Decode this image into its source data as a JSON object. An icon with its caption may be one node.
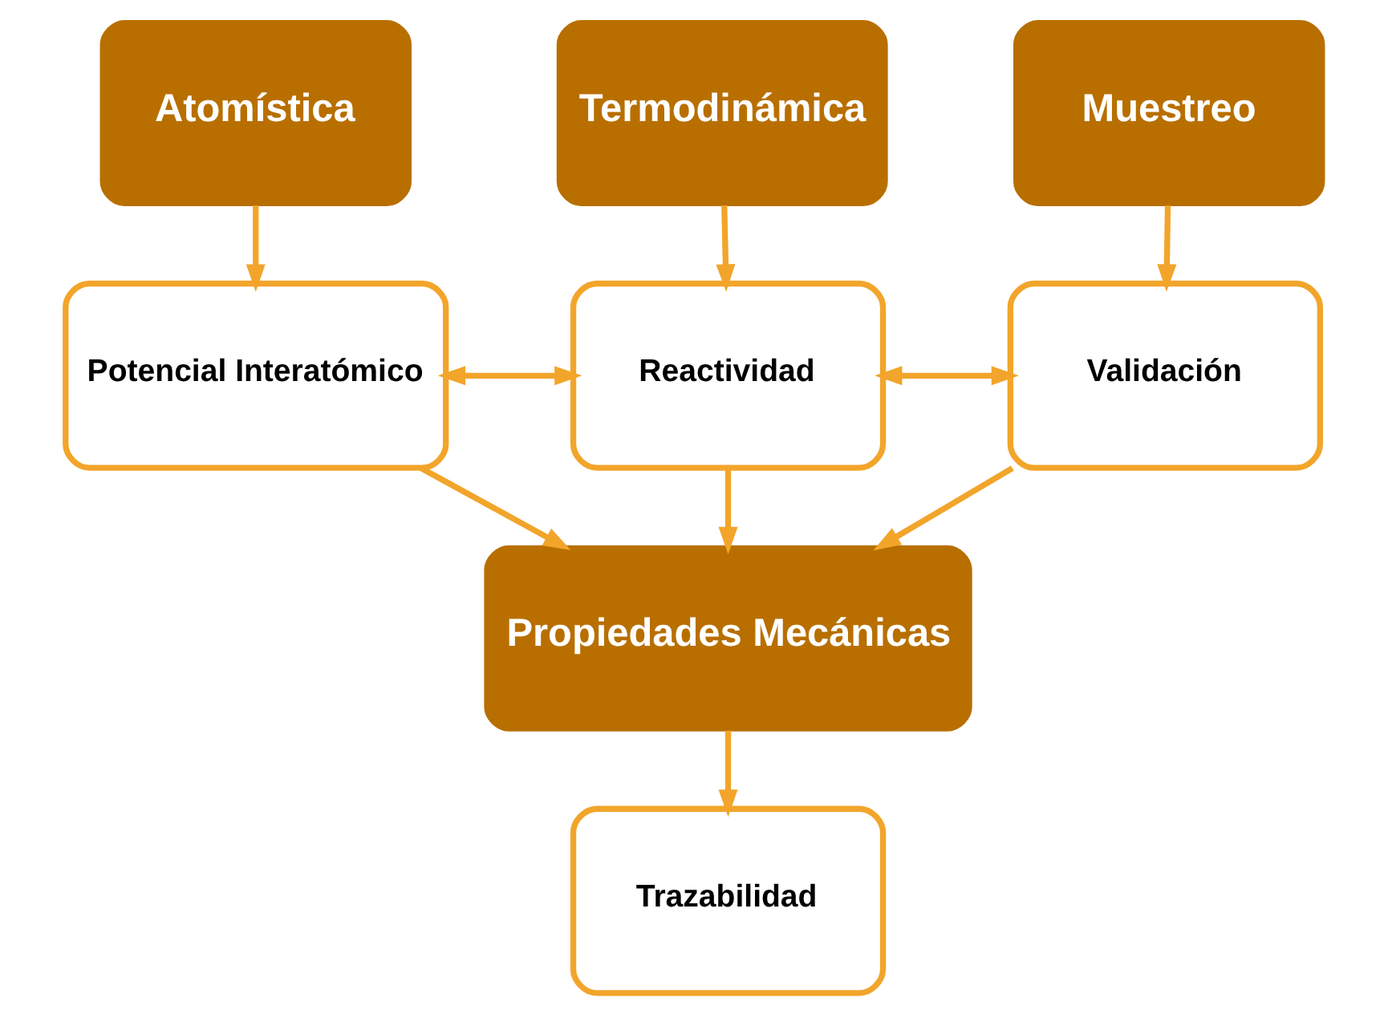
{
  "diagram": {
    "nodes": [
      {
        "text": [
          "Atomística"
        ]
      },
      {
        "text": [
          "Termodinámica"
        ]
      },
      {
        "text": [
          "Muestreo"
        ]
      },
      {
        "text": [
          "Potencial Interatómico"
        ]
      },
      {
        "text": [
          "Reactividad"
        ]
      },
      {
        "text": [
          "Validación"
        ]
      },
      {
        "text": [
          "Propiedades Mecánicas"
        ]
      },
      {
        "text": [
          "Trazabilidad"
        ]
      }
    ],
    "edges": [
      {
        "from": 0,
        "to": 3,
        "arrow": "to"
      },
      {
        "from": 1,
        "to": 4,
        "arrow": "to"
      },
      {
        "from": 2,
        "to": 5,
        "arrow": "to"
      },
      {
        "from": 3,
        "to": 4,
        "arrow": "both"
      },
      {
        "from": 4,
        "to": 5,
        "arrow": "both"
      },
      {
        "from": 4,
        "to": 6,
        "arrow": "to"
      },
      {
        "from": 3,
        "to": 6,
        "arrow": "to"
      },
      {
        "from": 5,
        "to": 6,
        "arrow": "to"
      },
      {
        "from": 6,
        "to": 7,
        "arrow": "to"
      }
    ]
  }
}
